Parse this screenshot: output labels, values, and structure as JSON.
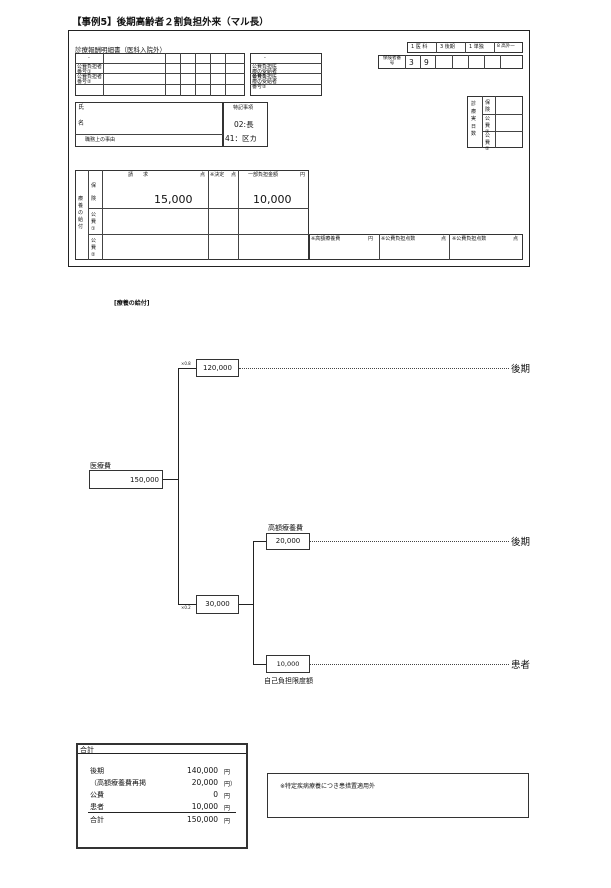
{
  "title": "【事例5】後期高齢者２割負担外来（マル長）",
  "form": {
    "heading": "診療報酬明細書（医科入院外）",
    "dash": "-",
    "kohi1_futan": "公費負担者番号①",
    "kohi1_jukyu": "公費負担医療の受給者番号①",
    "kohi2_futan": "公費負担者番号②",
    "kohi2_jukyu": "公費負担医療の受給者番号②",
    "top_cells": [
      "1 医 科",
      "3 後期",
      "1 単独",
      "8 高外一"
    ],
    "hokensha_label": "保険者番号",
    "hokensha_digits": [
      "3",
      "9"
    ],
    "name_label_1": "氏",
    "name_label_2": "名",
    "job_reason": "職務上の事由",
    "tokki_label": "特記事項",
    "tokki_1": "02:長",
    "tokki_2": "41：区カ",
    "days_label": "診療実日数",
    "days_rows": [
      "保険",
      "公費①",
      "公費②"
    ],
    "kyufu_label": "療養の給付",
    "rows": [
      "保険",
      "公費①",
      "公費②"
    ],
    "claim_header": "請　　求",
    "ten": "点",
    "decision_header": "※決定",
    "partial_header": "一部負担金額",
    "yen": "円",
    "claim_value": "15,000",
    "partial_value": "10,000",
    "kogaku_label": "※高額療養費",
    "kohi1_ten": "※公費負担点数",
    "kohi2_ten": "※公費負担点数"
  },
  "diagram": {
    "section_label": "[療養の給付]",
    "iryohi_label": "医療費",
    "iryohi_value": "150,000",
    "ratio_upper": "×0.8",
    "ratio_lower": "×0.2",
    "upper_value": "120,000",
    "lower_value": "30,000",
    "kogaku_label": "高額療養費",
    "kogaku_value": "20,000",
    "self_value": "10,000",
    "self_label": "自己負担限度額",
    "dest_1": "後期",
    "dest_2": "後期",
    "dest_3": "患者"
  },
  "summary": {
    "heading": "合計",
    "rows": [
      {
        "label": "後期",
        "value": "140,000",
        "unit": "円"
      },
      {
        "label": "（高額療養費再掲",
        "value": "20,000",
        "unit": "円）"
      },
      {
        "label": "公費",
        "value": "0",
        "unit": "円"
      },
      {
        "label": "患者",
        "value": "10,000",
        "unit": "円"
      },
      {
        "label": "合計",
        "value": "150,000",
        "unit": "円"
      }
    ],
    "note": "※特定疾病療養につき患措置適用外"
  }
}
